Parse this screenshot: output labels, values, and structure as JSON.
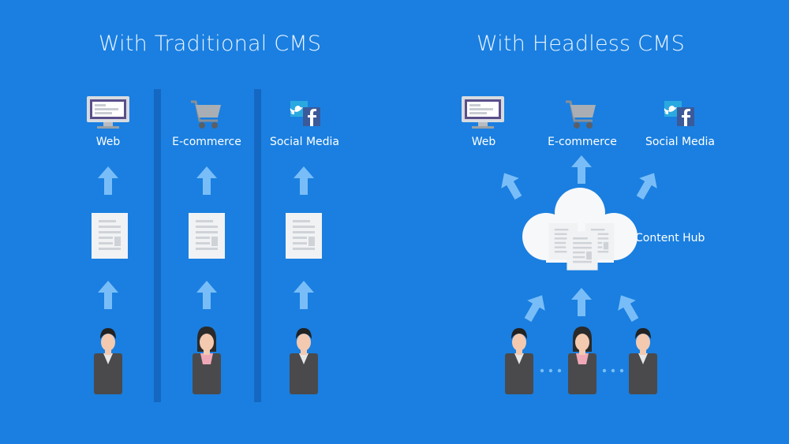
{
  "left": {
    "title": "With Traditional CMS",
    "channels": [
      "Web",
      "E-commerce",
      "Social Media"
    ]
  },
  "right": {
    "title": "With Headless CMS",
    "channels": [
      "Web",
      "E-commerce",
      "Social Media"
    ],
    "hub_label": "Content Hub"
  },
  "colors": {
    "background": "#1a7fe0",
    "divider": "#1468c2",
    "arrow": "#79bdf8",
    "paper": "#f1f2f4",
    "person_body": "#4a4a4c"
  }
}
